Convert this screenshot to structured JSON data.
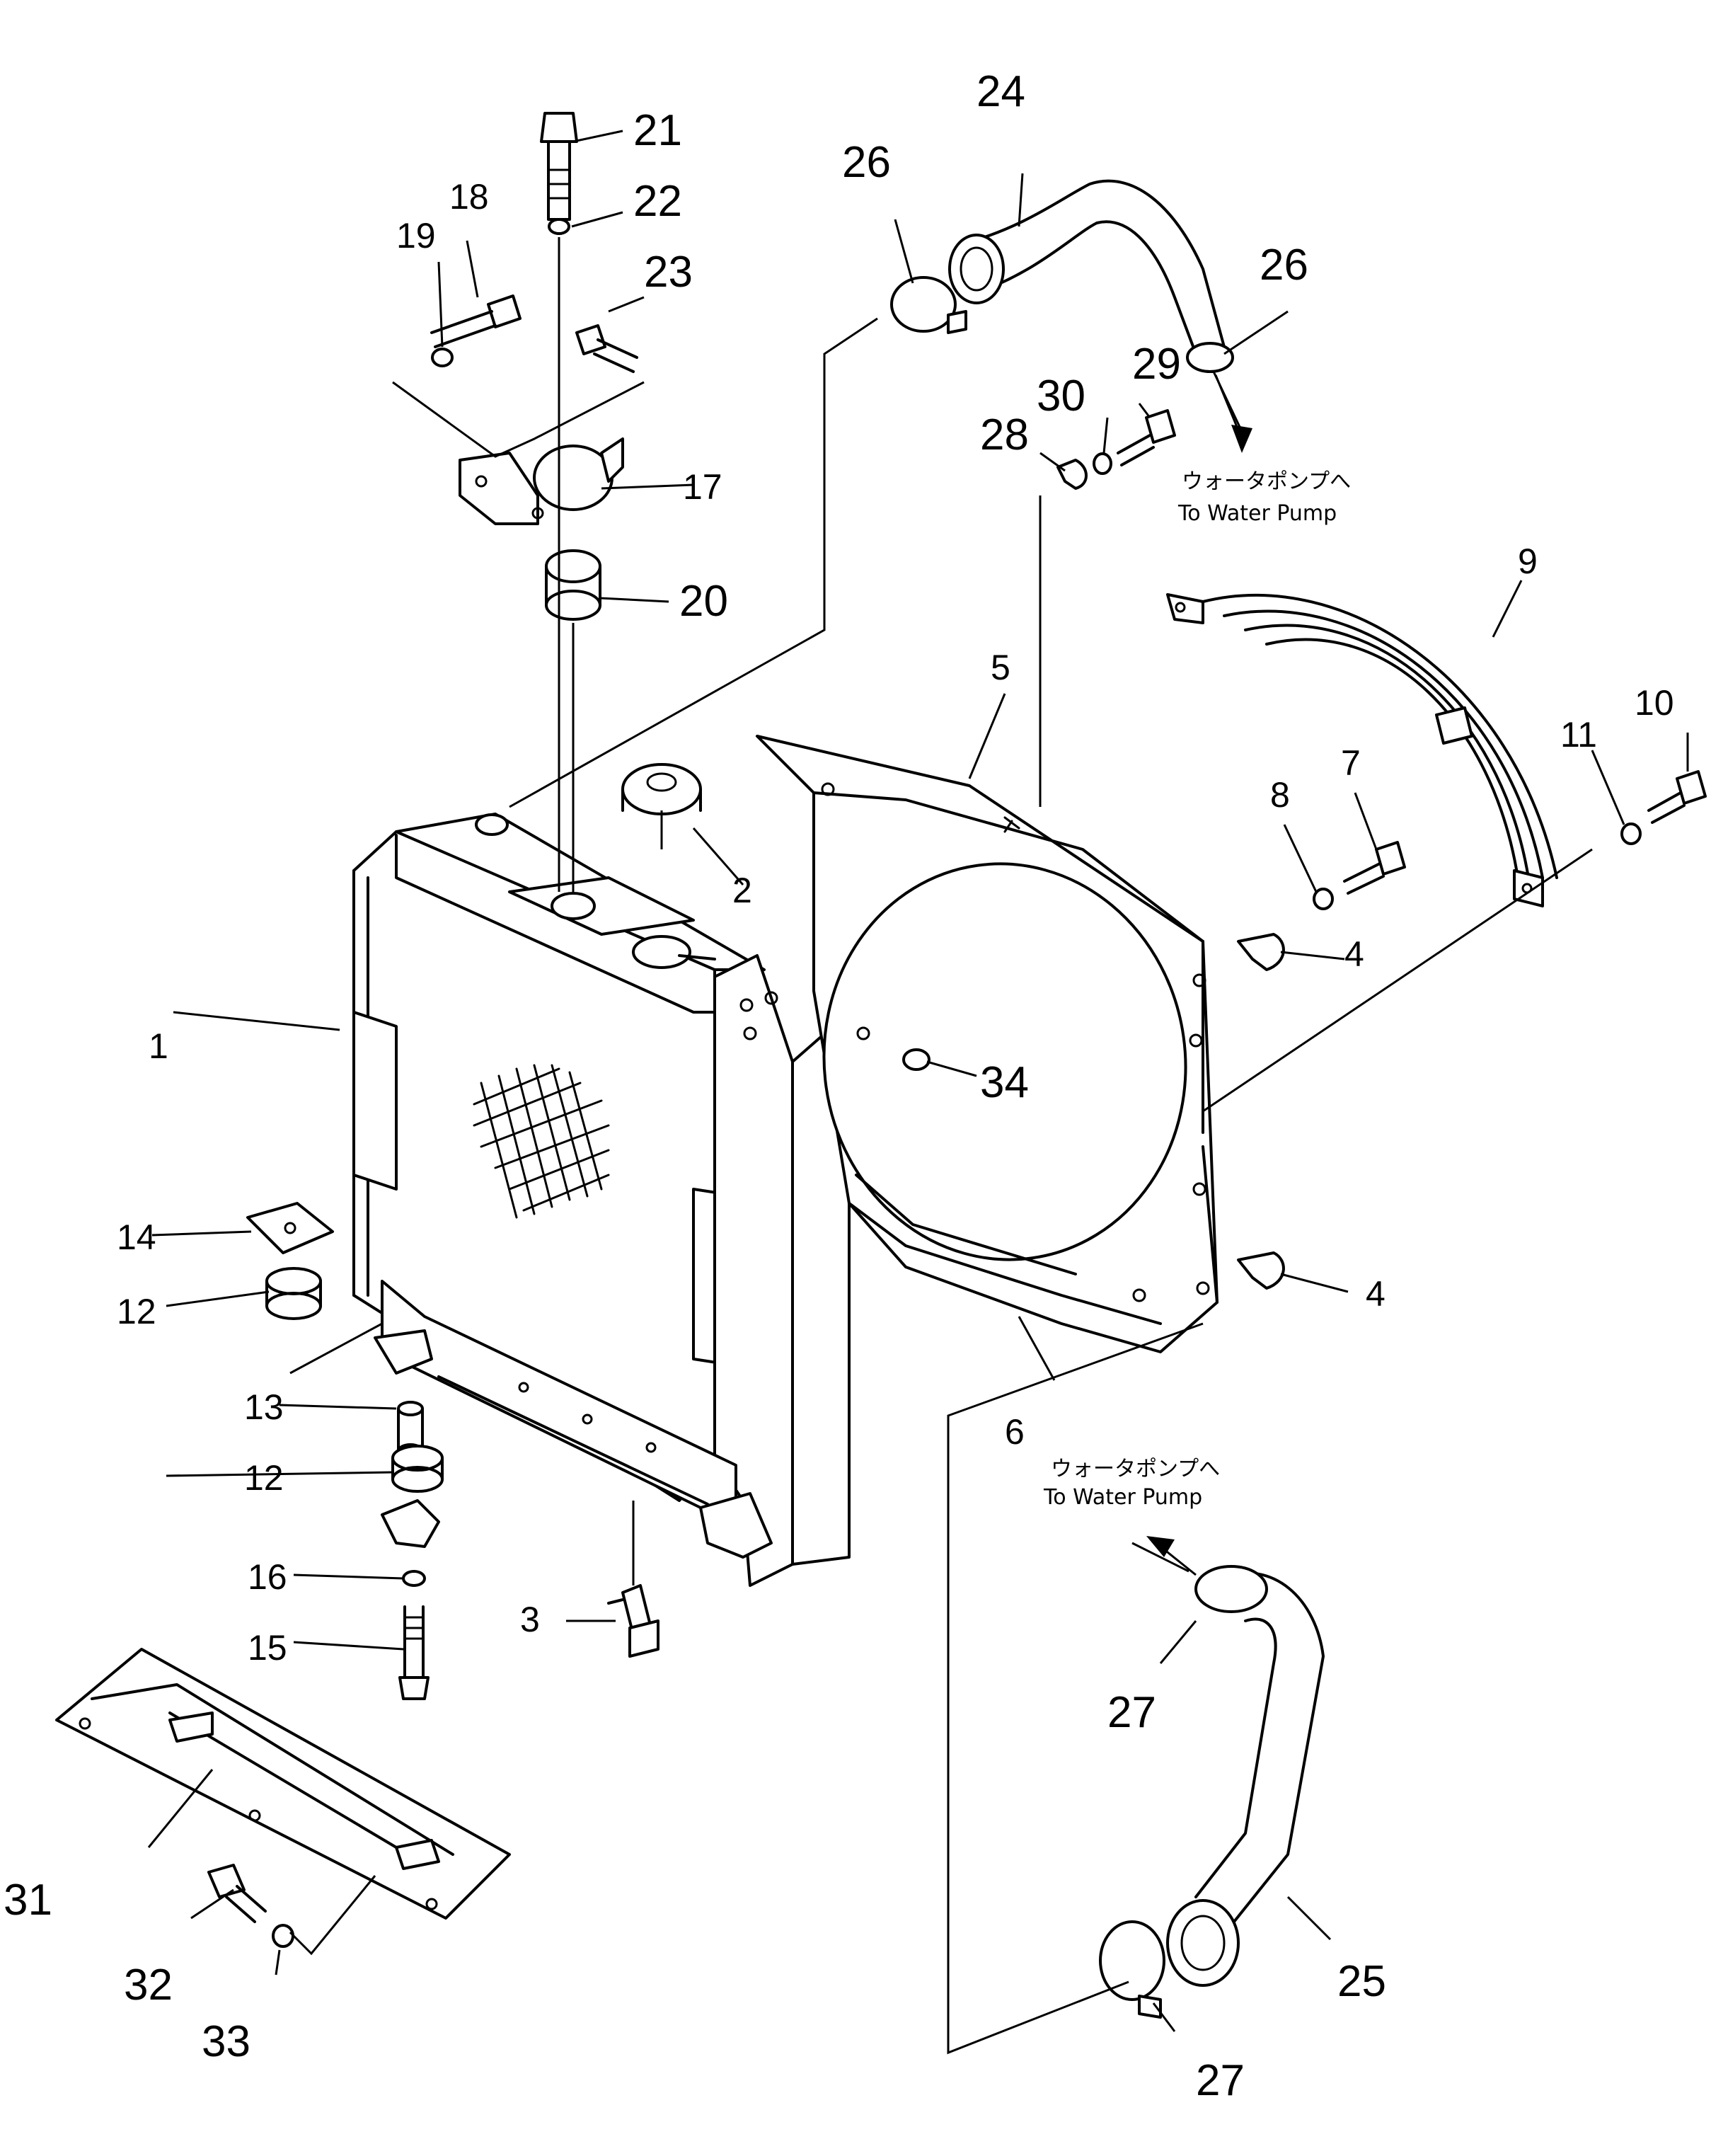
{
  "labels": {
    "p1": "1",
    "p2": "2",
    "p3": "3",
    "p4a": "4",
    "p4b": "4",
    "p5": "5",
    "p6": "6",
    "p7": "7",
    "p8": "8",
    "p9": "9",
    "p10": "10",
    "p11": "11",
    "p12a": "12",
    "p12b": "12",
    "p13": "13",
    "p14": "14",
    "p15": "15",
    "p16": "16",
    "p17": "17",
    "p18": "18",
    "p19": "19",
    "p20": "20",
    "p21": "21",
    "p22": "22",
    "p23": "23",
    "p24": "24",
    "p25": "25",
    "p26a": "26",
    "p26b": "26",
    "p27a": "27",
    "p27b": "27",
    "p28": "28",
    "p29": "29",
    "p30": "30",
    "p31": "31",
    "p32": "32",
    "p33": "33",
    "p34": "34"
  },
  "notes": {
    "to_pump_top_jp": "ウォータポンプへ",
    "to_pump_top_en": "To Water Pump",
    "to_pump_bottom_jp": "ウォータポンプへ",
    "to_pump_bottom_en": "To Water Pump"
  }
}
